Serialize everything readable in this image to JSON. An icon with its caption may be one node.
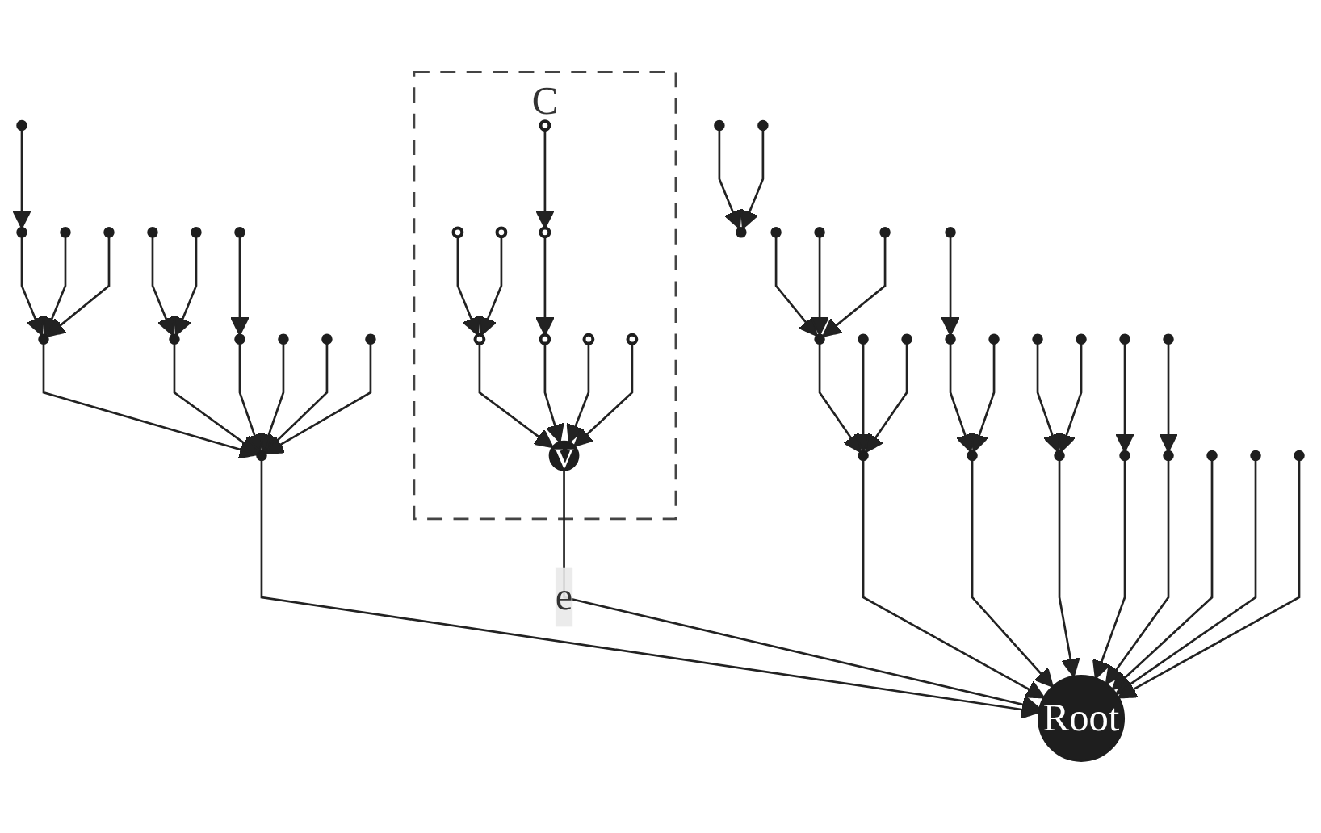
{
  "diagram": {
    "nodes": [
      {
        "text": [
          "C"
        ]
      },
      {
        "text": [],
        "shape": "circle"
      },
      {
        "text": [],
        "shape": "circle",
        "in": 0
      },
      {
        "text": [],
        "shape": "circle"
      },
      {
        "text": [],
        "shape": "circle"
      },
      {
        "text": [],
        "shape": "circle"
      },
      {
        "text": [],
        "shape": "circle"
      },
      {
        "text": [],
        "shape": "circle"
      },
      {
        "text": [],
        "shape": "circle"
      },
      {
        "text": [],
        "shape": "circle",
        "in": 0
      },
      {
        "text": [],
        "shape": "circle",
        "in": 0
      },
      {
        "text": [],
        "shape": "circle",
        "in": 0
      },
      {
        "text": [],
        "shape": "circle"
      },
      {
        "text": [],
        "shape": "circle"
      },
      {
        "text": [],
        "shape": "circle"
      },
      {
        "text": [],
        "shape": "circle"
      },
      {
        "text": [],
        "shape": "circle"
      },
      {
        "text": [],
        "shape": "circle"
      },
      {
        "text": [],
        "shape": "circle"
      },
      {
        "text": [],
        "shape": "circle"
      },
      {
        "text": [],
        "shape": "circle"
      },
      {
        "text": [],
        "shape": "circle"
      },
      {
        "text": [],
        "shape": "circle",
        "in": 0
      },
      {
        "text": [],
        "shape": "circle",
        "in": 0
      },
      {
        "text": [],
        "shape": "circle",
        "in": 0
      },
      {
        "text": [],
        "shape": "circle",
        "in": 0
      },
      {
        "text": [],
        "shape": "circle"
      },
      {
        "text": [],
        "shape": "circle"
      },
      {
        "text": [],
        "shape": "circle"
      },
      {
        "text": [],
        "shape": "circle"
      },
      {
        "text": [],
        "shape": "circle"
      },
      {
        "text": [],
        "shape": "circle"
      },
      {
        "text": [],
        "shape": "circle"
      },
      {
        "text": [],
        "shape": "circle"
      },
      {
        "text": [],
        "shape": "circle"
      },
      {
        "text": [],
        "shape": "circle"
      },
      {
        "text": [],
        "shape": "circle"
      },
      {
        "text": [],
        "shape": "circle"
      },
      {
        "text": [
          "v"
        ],
        "in": 0
      },
      {
        "text": [],
        "shape": "circle"
      },
      {
        "text": [],
        "shape": "circle"
      },
      {
        "text": [],
        "shape": "circle"
      },
      {
        "text": [],
        "shape": "circle"
      },
      {
        "text": [],
        "shape": "circle"
      },
      {
        "text": [],
        "shape": "circle"
      },
      {
        "text": [],
        "shape": "circle"
      },
      {
        "text": [],
        "shape": "circle"
      },
      {
        "text": [],
        "shape": "circle"
      },
      {
        "text": [
          "Root"
        ]
      }
    ],
    "edges": [
      {
        "from": 1,
        "to": 3,
        "arrow": "to"
      },
      {
        "from": 3,
        "to": 16,
        "arrow": "to"
      },
      {
        "from": 4,
        "to": 16,
        "arrow": "to"
      },
      {
        "from": 5,
        "to": 16,
        "arrow": "to"
      },
      {
        "from": 6,
        "to": 17,
        "arrow": "to"
      },
      {
        "from": 7,
        "to": 17,
        "arrow": "to"
      },
      {
        "from": 8,
        "to": 18,
        "arrow": "to"
      },
      {
        "from": 2,
        "to": 11,
        "arrow": "to"
      },
      {
        "from": 9,
        "to": 22,
        "arrow": "to"
      },
      {
        "from": 10,
        "to": 22,
        "arrow": "to"
      },
      {
        "from": 11,
        "to": 23,
        "arrow": "to"
      },
      {
        "from": 12,
        "to": 26,
        "arrow": "to"
      },
      {
        "from": 13,
        "to": 26,
        "arrow": "to"
      },
      {
        "from": 14,
        "to": 26,
        "arrow": "to"
      },
      {
        "from": 15,
        "to": 29,
        "arrow": "to"
      },
      {
        "from": 16,
        "to": 37,
        "arrow": "to"
      },
      {
        "from": 17,
        "to": 37,
        "arrow": "to"
      },
      {
        "from": 18,
        "to": 37,
        "arrow": "to"
      },
      {
        "from": 19,
        "to": 37,
        "arrow": "to"
      },
      {
        "from": 20,
        "to": 37,
        "arrow": "to"
      },
      {
        "from": 21,
        "to": 37,
        "arrow": "to"
      },
      {
        "from": 22,
        "to": 38,
        "arrow": "to"
      },
      {
        "from": 23,
        "to": 38,
        "arrow": "to"
      },
      {
        "from": 24,
        "to": 38,
        "arrow": "to"
      },
      {
        "from": 25,
        "to": 38,
        "arrow": "to"
      },
      {
        "from": 26,
        "to": 39,
        "arrow": "to"
      },
      {
        "from": 27,
        "to": 39,
        "arrow": "to"
      },
      {
        "from": 28,
        "to": 39,
        "arrow": "to"
      },
      {
        "from": 29,
        "to": 40,
        "arrow": "to"
      },
      {
        "from": 30,
        "to": 40,
        "arrow": "to"
      },
      {
        "from": 31,
        "to": 41,
        "arrow": "to"
      },
      {
        "from": 32,
        "to": 41,
        "arrow": "to"
      },
      {
        "from": 33,
        "to": 42,
        "arrow": "to"
      },
      {
        "from": 34,
        "to": 42,
        "arrow": "to"
      },
      {
        "from": 35,
        "to": 43,
        "arrow": "to"
      },
      {
        "from": 36,
        "to": 44,
        "arrow": "to"
      },
      {
        "from": 37,
        "to": 48,
        "arrow": "to"
      },
      {
        "from": 38,
        "to": 48,
        "arrow": "to",
        "label": "e"
      },
      {
        "from": 39,
        "to": 48,
        "arrow": "to"
      },
      {
        "from": 40,
        "to": 48,
        "arrow": "to"
      },
      {
        "from": 42,
        "to": 48,
        "arrow": "to"
      },
      {
        "from": 43,
        "to": 48,
        "arrow": "to"
      },
      {
        "from": 44,
        "to": 48,
        "arrow": "to"
      },
      {
        "from": 45,
        "to": 48,
        "arrow": "to"
      },
      {
        "from": 46,
        "to": 48,
        "arrow": "to"
      },
      {
        "from": 47,
        "to": 48,
        "arrow": "to"
      }
    ]
  }
}
